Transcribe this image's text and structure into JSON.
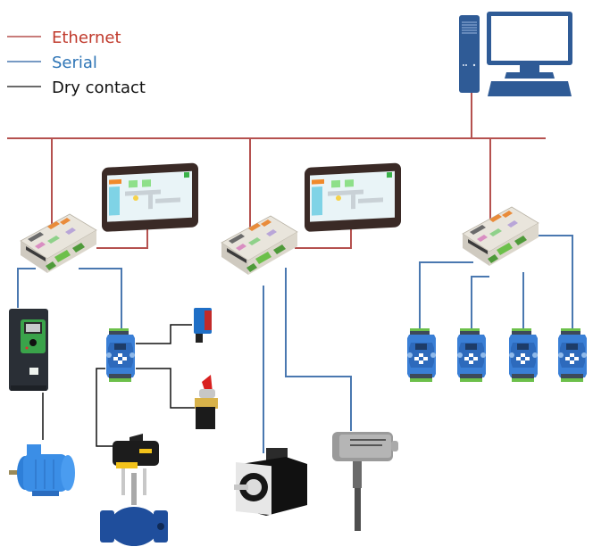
{
  "legend": {
    "items": [
      {
        "label": "Ethernet",
        "color": "#c0392b",
        "line_color": "#b5514f"
      },
      {
        "label": "Serial",
        "color": "#2e75b6",
        "line_color": "#4a78b0"
      },
      {
        "label": "Dry contact",
        "color": "#111111",
        "line_color": "#111111"
      }
    ]
  },
  "colors": {
    "ethernet": "#b5514f",
    "serial": "#4a78b0",
    "dry_contact": "#111111",
    "pc_blue": "#2f5b96"
  },
  "nodes": {
    "workstation": "pc-workstation",
    "controllers": [
      "controller-1",
      "controller-2",
      "controller-3"
    ],
    "hmis": [
      "hmi-panel-1",
      "hmi-panel-2"
    ],
    "devices": [
      "vfd-drive",
      "io-module-1",
      "photoelectric-sensor",
      "selector-switch",
      "electric-motor",
      "control-valve",
      "servo-motor",
      "duct-sensor",
      "io-module-2",
      "io-module-3",
      "io-module-4",
      "io-module-5"
    ]
  }
}
